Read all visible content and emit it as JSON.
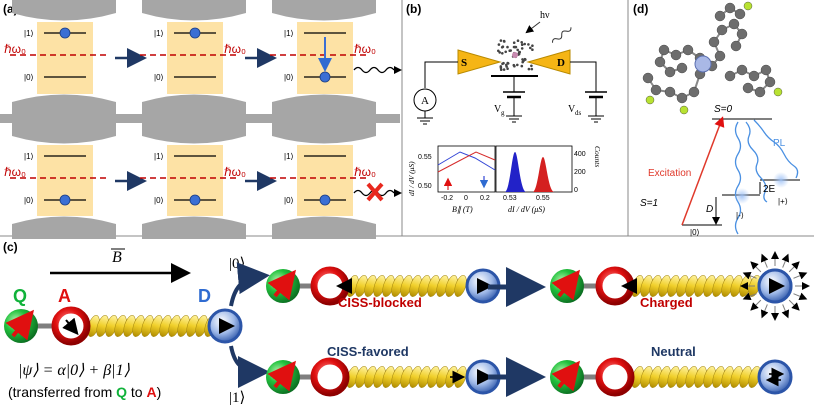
{
  "panel_a": {
    "label": "(a)",
    "ket1": "|1⟩",
    "ket0": "|0⟩",
    "hw0": "ℏω₀",
    "colors": {
      "cavity": "#a6a6a6",
      "box": "#fde2a5",
      "dash": "#c00000",
      "arrow": "#1f3864",
      "dot": "#3b6fd4",
      "cross": "#e8281e"
    }
  },
  "panel_b": {
    "label": "(b)",
    "hv": "hν",
    "s": "S",
    "d": "D",
    "ammeter": "A",
    "vg": "V",
    "vg_sub": "g",
    "vds": "V",
    "vds_sub": "ds",
    "plot1": {
      "ylabel": "dI / dV (μS)",
      "xlabel": "B∥ (T)",
      "yticks": [
        "0.55",
        "0.50"
      ],
      "xticks": [
        "-0.2",
        "0",
        "0.2"
      ]
    },
    "plot2": {
      "xlabel": "dI / dV (μS)",
      "ylabel": "Counts",
      "yticks": [
        "400",
        "200",
        "0"
      ],
      "xticks": [
        "0.53",
        "0.55"
      ]
    }
  },
  "panel_d": {
    "label": "(d)",
    "s0": "S=0",
    "s1": "S=1",
    "excitation": "Excitation",
    "pl": "PL",
    "dlabel": "D",
    "two_e": "2E",
    "ket_minus": "|-⟩",
    "ket_plus": "|+⟩",
    "ket_zero": "|0⟩"
  },
  "panel_c": {
    "label": "(c)",
    "bfield": "B",
    "q": "Q",
    "a": "A",
    "d": "D",
    "ket0": "|0⟩",
    "ket1": "|1⟩",
    "cissblocked": "CISS-blocked",
    "charged": "Charged",
    "cissfavored": "CISS-favored",
    "neutral": "Neutral",
    "psi": "|ψ⟩ = α|0⟩ + β|1⟩",
    "transfer_pre": "(transferred from ",
    "transfer_q": "Q",
    "transfer_mid": " to ",
    "transfer_a": "A",
    "transfer_post": ")",
    "colors": {
      "green": "#10b23a",
      "red": "#e01010",
      "blue": "#2f6bd1",
      "navy": "#1f3864",
      "helix": "#f0cf2a"
    }
  }
}
